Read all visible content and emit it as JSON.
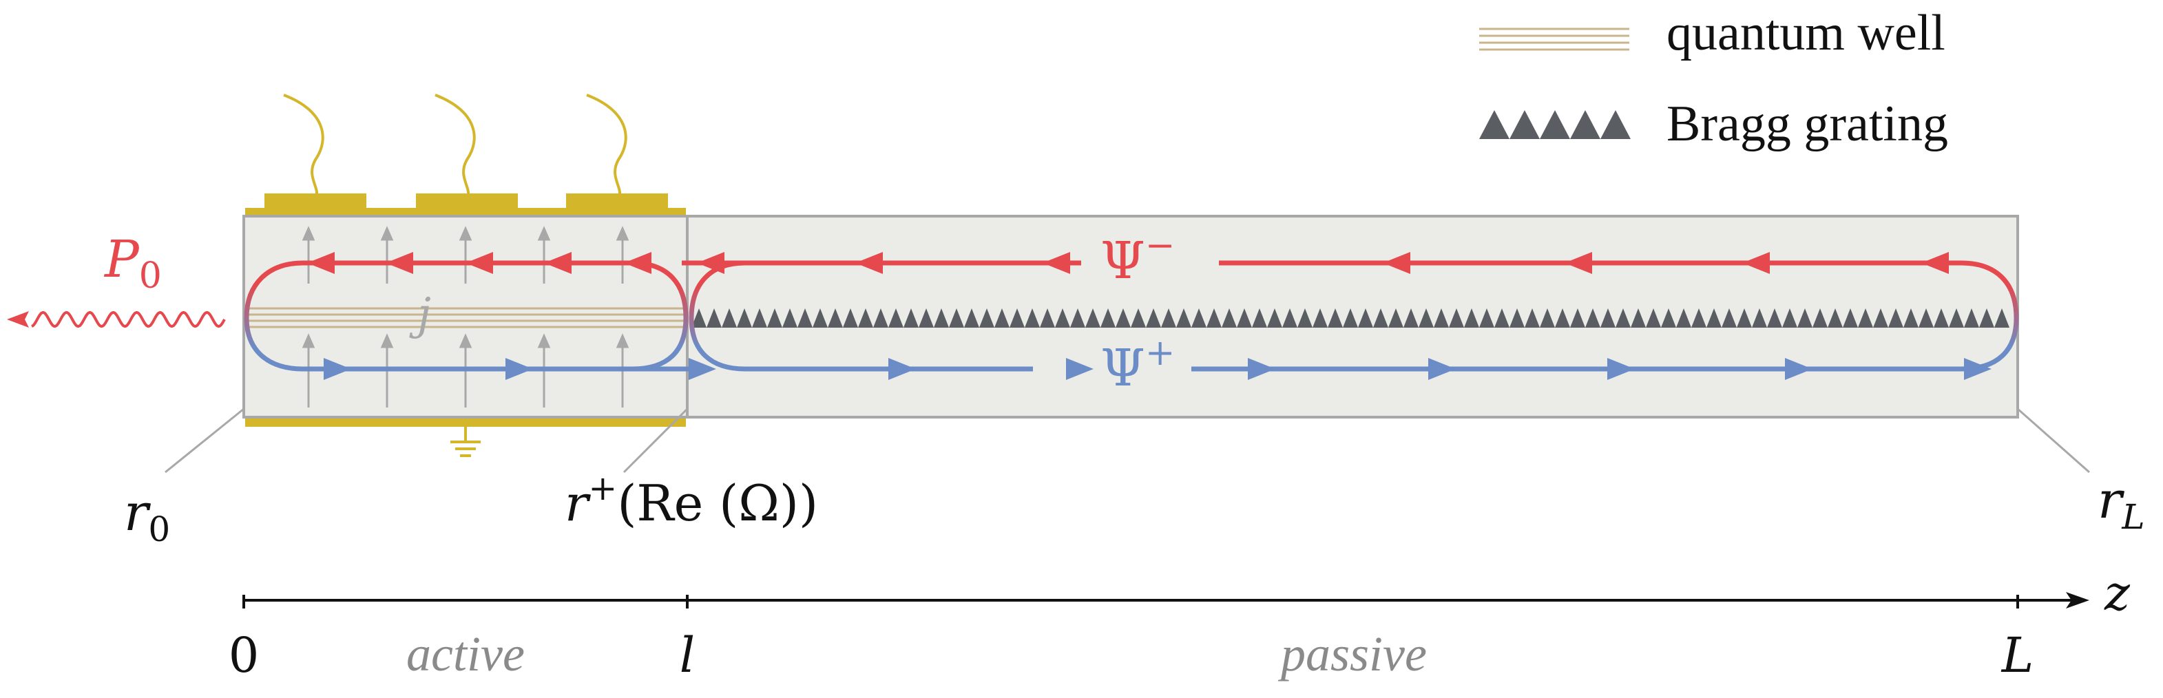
{
  "legend": {
    "quantum_well": "quantum well",
    "bragg_grating": "Bragg grating"
  },
  "labels": {
    "p0_symbol": "P",
    "p0_sub": "0",
    "psi_minus_symbol": "Ψ",
    "psi_minus_sup": "−",
    "psi_plus_symbol": "Ψ",
    "psi_plus_sup": "+",
    "current": "j",
    "r0_symbol": "r",
    "r0_sub": "0",
    "rplus_symbol": "r",
    "rplus_sup": "+",
    "rplus_arg": "(Re (Ω))",
    "rL_symbol": "r",
    "rL_sub": "L"
  },
  "axis": {
    "name": "z",
    "ticks": [
      "0",
      "l",
      "L"
    ],
    "sections": [
      "active",
      "passive"
    ]
  },
  "colors": {
    "forward_wave": "#6b8cc7",
    "backward_wave": "#e5484d",
    "contact": "#d4b62a",
    "waveguide_fill": "#ebebe7",
    "waveguide_edge": "#a8a8a8",
    "quantum_well": "#c9b48e",
    "grating": "#5a5d62",
    "current_arrows": "#a8a8a8"
  }
}
